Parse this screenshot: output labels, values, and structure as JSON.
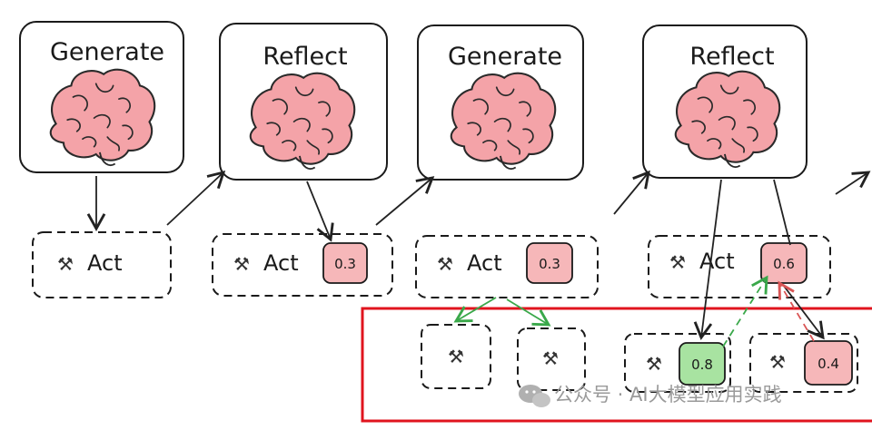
{
  "stages": [
    {
      "title": "Generate"
    },
    {
      "title": "Reflect"
    },
    {
      "title": "Generate"
    },
    {
      "title": "Reflect"
    }
  ],
  "act_label": "Act",
  "scores": {
    "s1": "0.3",
    "s2": "0.3",
    "s3": "0.6",
    "child_green": "0.8",
    "child_red": "0.4"
  },
  "icons": {
    "brain": "brain-icon",
    "tool": "hammer-wrench-icon"
  },
  "colors": {
    "brain_fill": "#f4a3a8",
    "score_red": "#f6b7b9",
    "score_green": "#a8e3a1",
    "highlight_border": "#e0141e",
    "arrow_green": "#3aa84a",
    "arrow_red": "#d95555"
  },
  "watermark": {
    "text": "公众号 · AI大模型应用实践"
  }
}
